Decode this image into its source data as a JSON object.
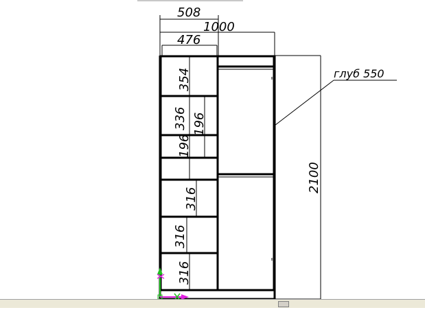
{
  "drawing": {
    "dimensions": {
      "width_total": "1000",
      "section_width": "508",
      "inner_width": "476",
      "height_total": "2100",
      "depth_note": "глуб 550"
    },
    "shelf_heights": [
      "354",
      "336",
      "196",
      "196",
      "316",
      "316",
      "316"
    ]
  },
  "colors": {
    "background": "#ffffff",
    "lines": "#000000",
    "axis_x": "#e020e0",
    "axis_y": "#20c020"
  },
  "icons": {
    "ucs": "ucs-axis-icon"
  }
}
